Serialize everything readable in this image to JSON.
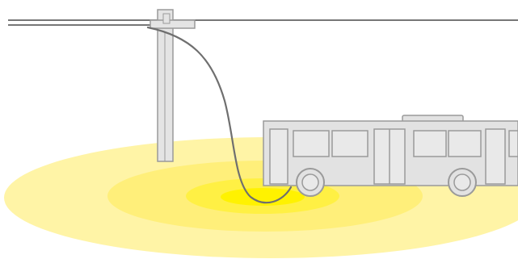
{
  "colors": {
    "background": "#ffffff",
    "field_outer": "#fff4a6",
    "field_middle": "#ffef7a",
    "field_inner": "#fff044",
    "field_core": "#fff200",
    "wire": "#777777",
    "cable": "#6f6f6f",
    "pole_fill": "#e4e4e4",
    "pole_stroke": "#9a9a9a",
    "bus_fill": "#e2e2e2",
    "bus_stroke": "#9a9a9a",
    "window_fill": "#e9e9e9"
  },
  "diagram": {
    "elements": [
      "overhead-line",
      "utility-pole",
      "charging-cable",
      "bus",
      "magnetic-field-rings"
    ]
  }
}
